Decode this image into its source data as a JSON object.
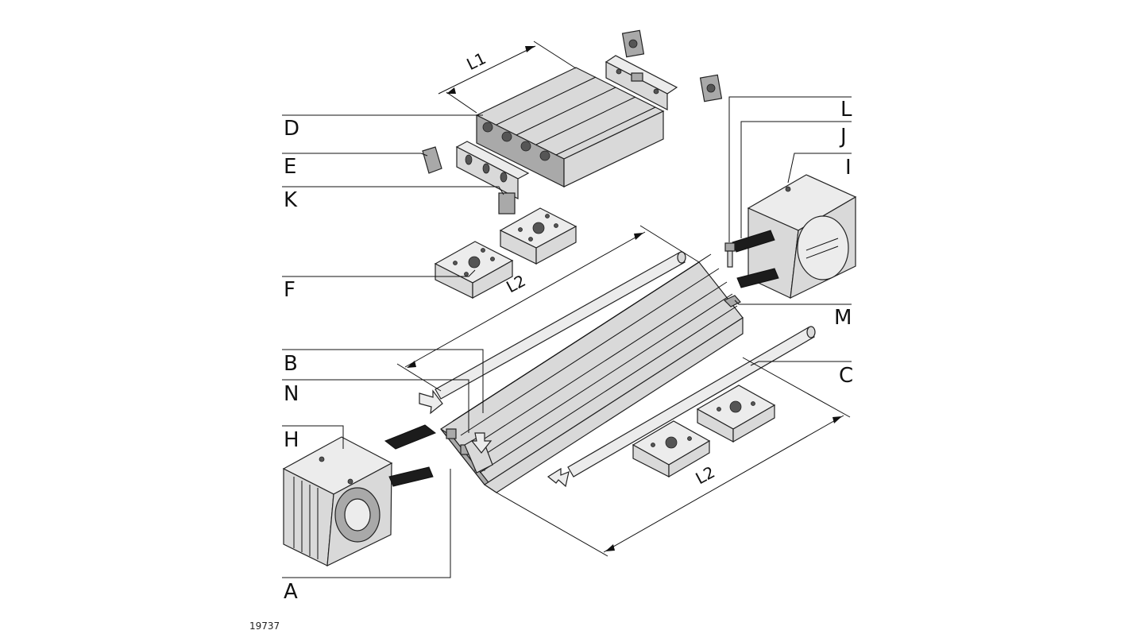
{
  "callouts": {
    "A": "A",
    "B": "B",
    "C": "C",
    "D": "D",
    "E": "E",
    "F": "F",
    "H": "H",
    "I": "I",
    "J": "J",
    "K": "K",
    "L": "L",
    "M": "M",
    "N": "N"
  },
  "dimensions": {
    "L1": "L1",
    "L2_top": "L2",
    "L2_bottom": "L2"
  },
  "figure_number": "19737"
}
